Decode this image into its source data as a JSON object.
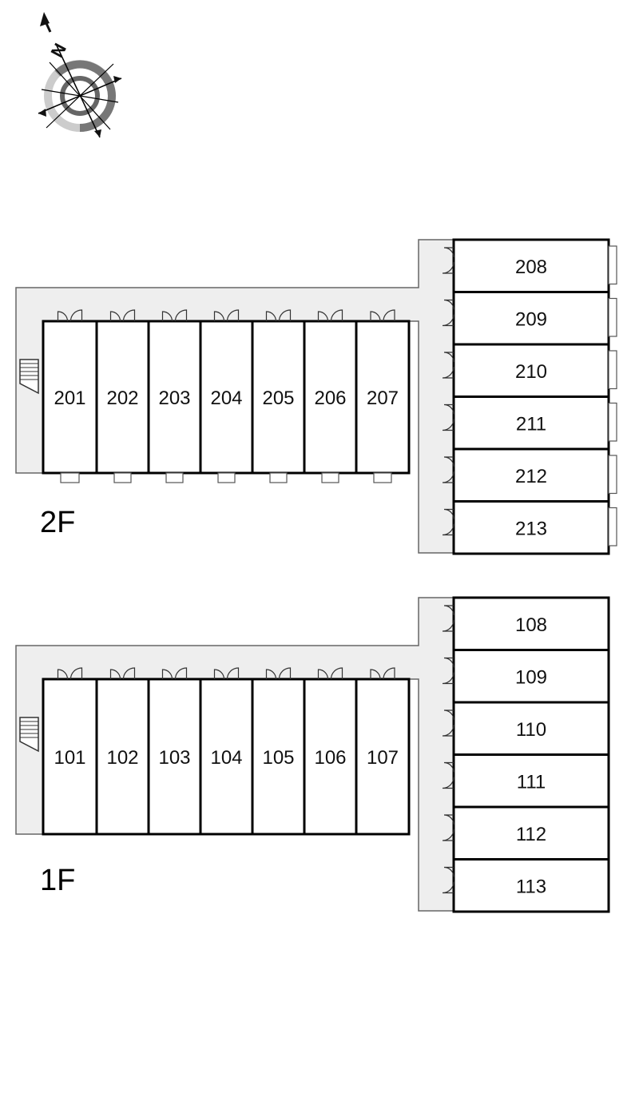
{
  "compass": {
    "north_label": "N",
    "icon": "compass-rose-icon"
  },
  "colors": {
    "corridor": "#eeeeee",
    "wall": "#000000",
    "outline": "#666666"
  },
  "floors": [
    {
      "label": "2F",
      "row_rooms": [
        "201",
        "202",
        "203",
        "204",
        "205",
        "206",
        "207"
      ],
      "column_rooms": [
        "208",
        "209",
        "210",
        "211",
        "212",
        "213"
      ]
    },
    {
      "label": "1F",
      "row_rooms": [
        "101",
        "102",
        "103",
        "104",
        "105",
        "106",
        "107"
      ],
      "column_rooms": [
        "108",
        "109",
        "110",
        "111",
        "112",
        "113"
      ]
    }
  ]
}
